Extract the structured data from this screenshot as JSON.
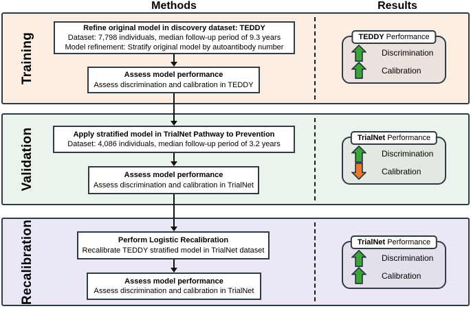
{
  "header": {
    "methods_label": "Methods",
    "results_label": "Results"
  },
  "colors": {
    "training_bg": "#fdeee3",
    "validation_bg": "#eaf3ec",
    "recalibration_bg": "#ece7f5",
    "training_card_bg": "#ebe2dd",
    "validation_card_bg": "#e3e9e2",
    "recalibration_card_bg": "#e4e0eb",
    "box_border": "#2e3a44",
    "up_arrow_green": "#3da43a",
    "down_arrow_orange": "#e8792e"
  },
  "sections": [
    {
      "label": "Training",
      "method_boxes": [
        {
          "title": "Refine original model in discovery dataset: TEDDY",
          "lines": [
            "Dataset: 7,798 individuals, median follow-up period of 9.3 years",
            "Model refinement: Stratify original model by autoantibody number"
          ]
        },
        {
          "title": "Assess model performance",
          "lines": [
            "Assess discrimination and calibration in TEDDY"
          ]
        }
      ],
      "performance": {
        "dataset": "TEDDY",
        "suffix": "Performance",
        "items": [
          {
            "label": "Discrimination",
            "direction": "up",
            "status_color": "#3da43a",
            "icon": "up-arrow-icon",
            "arrow_class": "perf-arrow up green"
          },
          {
            "label": "Calibration",
            "direction": "up",
            "status_color": "#3da43a",
            "icon": "up-arrow-icon",
            "arrow_class": "perf-arrow up green"
          }
        ]
      }
    },
    {
      "label": "Validation",
      "method_boxes": [
        {
          "title": "Apply stratified model in TrialNet Pathway to Prevention",
          "lines": [
            "Dataset: 4,086 individuals, median follow-up period of 3.2 years"
          ]
        },
        {
          "title": "Assess model performance",
          "lines": [
            "Assess discrimination and calibration in TrialNet"
          ]
        }
      ],
      "performance": {
        "dataset": "TrialNet",
        "suffix": "Performance",
        "items": [
          {
            "label": "Discrimination",
            "direction": "up",
            "status_color": "#3da43a",
            "icon": "up-arrow-icon",
            "arrow_class": "perf-arrow up green"
          },
          {
            "label": "Calibration",
            "direction": "down",
            "status_color": "#e8792e",
            "icon": "down-arrow-icon",
            "arrow_class": "perf-arrow down orange"
          }
        ]
      }
    },
    {
      "label": "Recalibration",
      "method_boxes": [
        {
          "title": "Perform Logistic Recalibration",
          "lines": [
            "Recalibrate TEDDY stratified model in TrialNet dataset"
          ]
        },
        {
          "title": "Assess model performance",
          "lines": [
            "Assess discrimination and calibration in TrialNet"
          ]
        }
      ],
      "performance": {
        "dataset": "TrialNet",
        "suffix": "Performance",
        "items": [
          {
            "label": "Discrimination",
            "direction": "up",
            "status_color": "#3da43a",
            "icon": "up-arrow-icon",
            "arrow_class": "perf-arrow up green"
          },
          {
            "label": "Calibration",
            "direction": "up",
            "status_color": "#3da43a",
            "icon": "up-arrow-icon",
            "arrow_class": "perf-arrow up green"
          }
        ]
      }
    }
  ]
}
